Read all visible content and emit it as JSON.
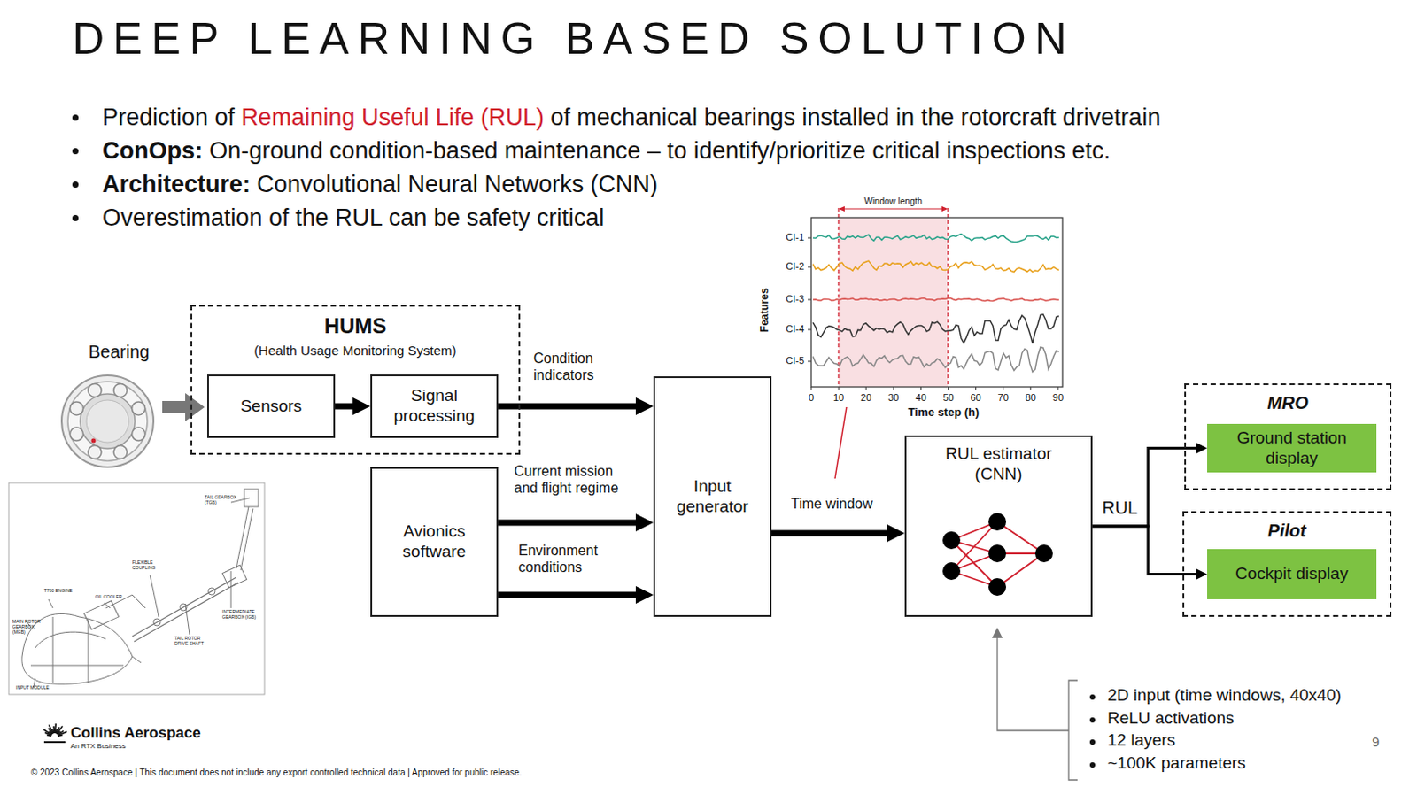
{
  "diagram": {
    "title": "DEEP LEARNING BASED SOLUTION",
    "nodes": [
      {
        "text": [
          "HUMS",
          "(Health Usage Monitoring System)"
        ]
      },
      {
        "text": [
          "Sensors"
        ],
        "in": 0
      },
      {
        "text": [
          "Signal processing"
        ],
        "in": 0
      },
      {
        "text": [
          "Avionics software"
        ]
      },
      {
        "text": [
          "Input generator"
        ]
      },
      {
        "text": [
          "RUL estimator (CNN)"
        ]
      },
      {
        "text": [
          "MRO"
        ]
      },
      {
        "text": [
          "Ground station display"
        ],
        "in": 6
      },
      {
        "text": [
          "Pilot"
        ]
      },
      {
        "text": [
          "Cockpit display"
        ],
        "in": 8
      }
    ],
    "edges": [
      {
        "from": 1,
        "to": 2,
        "arrow": "to"
      },
      {
        "from": 2,
        "to": 4,
        "label": "Condition indicators",
        "arrow": "to"
      },
      {
        "from": 3,
        "to": 4,
        "label": "Current mission and flight regime",
        "arrow": "to"
      },
      {
        "from": 3,
        "to": 4,
        "label": "Environment conditions",
        "arrow": "to"
      },
      {
        "from": 4,
        "to": 5,
        "label": "Time window",
        "arrow": "to"
      },
      {
        "from": 5,
        "to": 7,
        "label": "RUL",
        "arrow": "to"
      },
      {
        "from": 5,
        "to": 9,
        "arrow": "to"
      }
    ],
    "labels": [
      "Prediction of",
      "Remaining Useful Life (RUL)",
      "of mechanical bearings installed in the rotorcraft drivetrain",
      "ConOps:",
      "On-ground condition-based maintenance – to identify/prioritize critical inspections etc.",
      "Architecture:",
      "Convolutional Neural Networks (CNN)",
      "Overestimation of the RUL can be safety critical",
      "Window length",
      "Features",
      "CI-1",
      "CI-2",
      "CI-3",
      "CI-4",
      "CI-5",
      "0",
      "10",
      "20",
      "30",
      "40",
      "50",
      "60",
      "70",
      "80",
      "90",
      "Time step (h)",
      "Bearing",
      "TAIL GEARBOX (TGB)",
      "T700 ENGINE",
      "OIL COOLER",
      "MAIN ROTOR GEARBOX (MGB)",
      "INPUT MODULE",
      "INTERMEDIATE GEARBOX (IGB)",
      "TAIL ROTOR DRIVE SHAFT",
      "FLEXIBLE COUPLING",
      "2D input (time windows, 40x40)",
      "ReLU activations",
      "12 layers",
      "~100K parameters",
      "Collins Aerospace",
      "An RTX Business",
      "© 2023 Collins Aerospace | This document does not include any export controlled technical data | Approved for public release.",
      "9"
    ]
  }
}
